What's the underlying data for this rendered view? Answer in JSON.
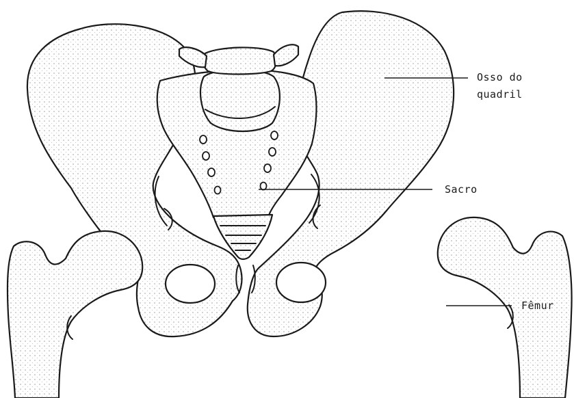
{
  "labels": {
    "hip_bone_line1": "Osso do",
    "hip_bone_line2": "quadril",
    "sacrum": "Sacro",
    "femur": "Fêmur"
  },
  "colors": {
    "ink": "#1a1a1a",
    "stipple": "#9a9a9a",
    "background": "#ffffff"
  }
}
